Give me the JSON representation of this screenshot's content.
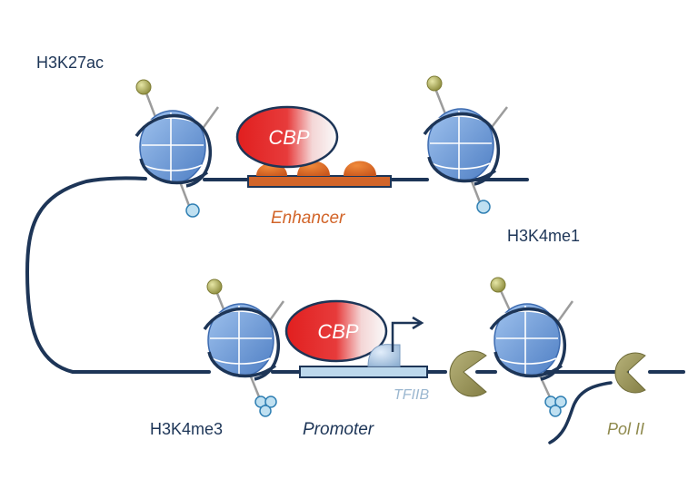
{
  "labels": {
    "h3k27ac": "H3K27ac",
    "h3k4me1": "H3K4me1",
    "h3k4me3": "H3K4me3",
    "enhancer": "Enhancer",
    "promoter": "Promoter",
    "tfiib": "TFIIB",
    "pol_ii": "Pol II",
    "cbp_top": "CBP",
    "cbp_bottom": "CBP"
  },
  "colors": {
    "dna": "#1d3557",
    "nucleosome": "#6f9bd8",
    "enhancer": "#d2652a",
    "cbp_red": "#e02a2a",
    "promoter_box": "#bcd8ec",
    "pol_ii": "#8f8a4e",
    "acetyl_ball": "#a8a75a",
    "methyl_ball": "#bfe0f1"
  }
}
